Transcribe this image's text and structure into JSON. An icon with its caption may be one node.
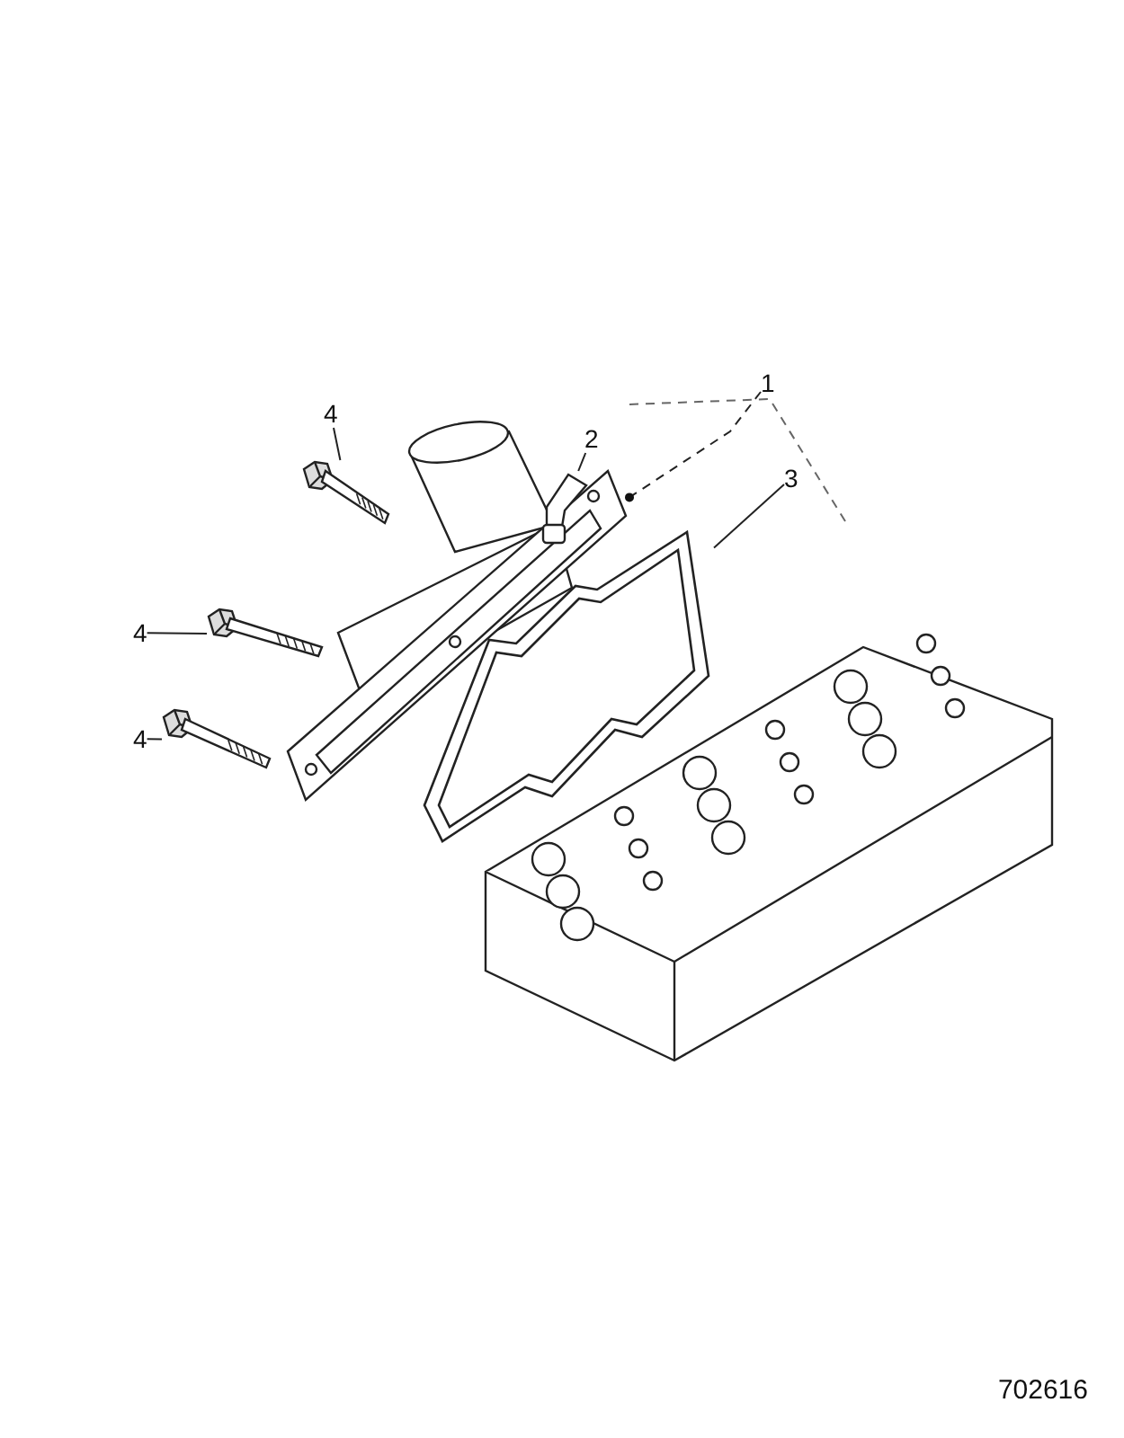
{
  "diagram": {
    "nodes": [
      {
        "text": [
          "1"
        ]
      },
      {
        "text": [
          "4"
        ]
      },
      {
        "text": [
          "2"
        ]
      },
      {
        "text": [
          "3"
        ]
      },
      {
        "text": [
          "4"
        ]
      },
      {
        "text": [
          "4"
        ]
      },
      {
        "text": [],
        "shape": "picture"
      },
      {
        "text": [],
        "shape": "picture"
      },
      {
        "text": [],
        "shape": "picture"
      },
      {
        "text": [],
        "shape": "picture"
      },
      {
        "text": [],
        "shape": "picture"
      },
      {
        "text": [],
        "shape": "picture"
      }
    ],
    "edges": [
      {
        "from": 0,
        "to": 6,
        "arrow": "other",
        "style": "dashed"
      },
      {
        "from": 1,
        "to": 7,
        "arrow": "none"
      },
      {
        "from": 2,
        "to": 8,
        "arrow": "none"
      },
      {
        "from": 3,
        "to": 9,
        "arrow": "none"
      },
      {
        "from": 4,
        "to": 10,
        "arrow": "none"
      },
      {
        "from": 5,
        "to": 11,
        "arrow": "none"
      }
    ],
    "labels": [
      "702616"
    ]
  }
}
